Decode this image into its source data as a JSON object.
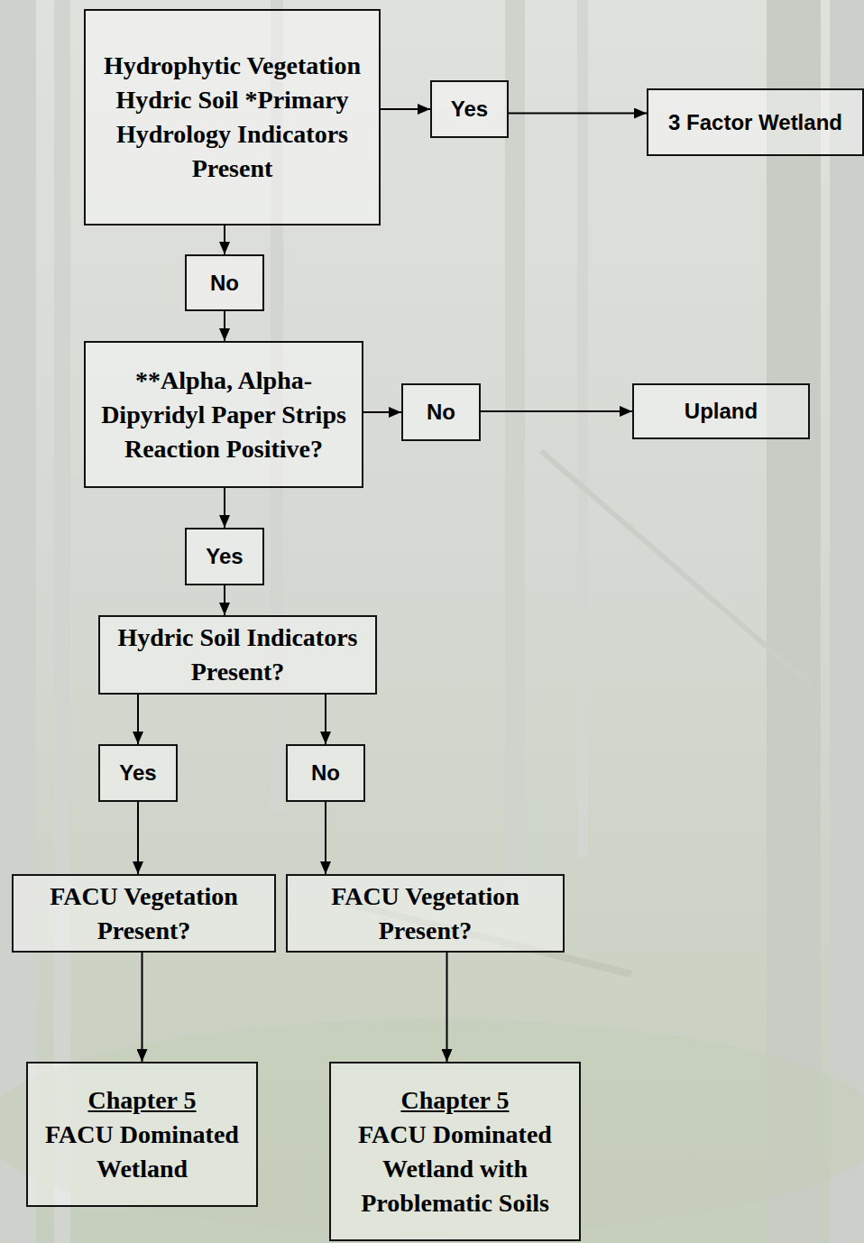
{
  "diagram": {
    "nodes": [
      {
        "text": [
          "Hydrophytic Vegetation Hydric Soil *Primary Hydrology Indicators Present"
        ]
      },
      {
        "text": [
          "Yes"
        ]
      },
      {
        "text": [
          "3 Factor Wetland"
        ]
      },
      {
        "text": [
          "No"
        ]
      },
      {
        "text": [
          "**Alpha, Alpha-Dipyridyl Paper Strips Reaction Positive?"
        ]
      },
      {
        "text": [
          "No"
        ]
      },
      {
        "text": [
          "Upland"
        ]
      },
      {
        "text": [
          "Yes"
        ]
      },
      {
        "text": [
          "Hydric Soil Indicators Present?"
        ]
      },
      {
        "text": [
          "Yes"
        ]
      },
      {
        "text": [
          "No"
        ]
      },
      {
        "text": [
          "FACU Vegetation Present?"
        ]
      },
      {
        "text": [
          "FACU Vegetation Present?"
        ]
      },
      {
        "text": [
          "Chapter 5",
          "FACU Dominated Wetland"
        ]
      },
      {
        "text": [
          "Chapter 5",
          "FACU Dominated Wetland with Problematic Soils"
        ]
      }
    ],
    "edges": [
      {
        "from": 0,
        "to": 1,
        "arrow": "to"
      },
      {
        "from": 1,
        "to": 2,
        "arrow": "to"
      },
      {
        "from": 0,
        "to": 3,
        "arrow": "to"
      },
      {
        "from": 3,
        "to": 4,
        "arrow": "to"
      },
      {
        "from": 4,
        "to": 5,
        "arrow": "to"
      },
      {
        "from": 5,
        "to": 6,
        "arrow": "to"
      },
      {
        "from": 4,
        "to": 7,
        "arrow": "to"
      },
      {
        "from": 7,
        "to": 8,
        "arrow": "to"
      },
      {
        "from": 8,
        "to": 9,
        "arrow": "to"
      },
      {
        "from": 8,
        "to": 10,
        "arrow": "to"
      },
      {
        "from": 9,
        "to": 11,
        "arrow": "to"
      },
      {
        "from": 10,
        "to": 12,
        "arrow": "to"
      },
      {
        "from": 11,
        "to": 13,
        "arrow": "to"
      },
      {
        "from": 12,
        "to": 14,
        "arrow": "to"
      }
    ]
  }
}
